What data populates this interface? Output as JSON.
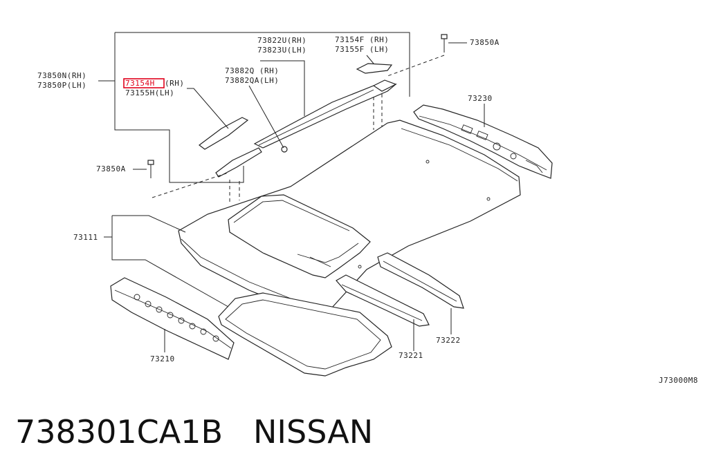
{
  "labels": {
    "l73822": "73822U(RH)",
    "l73823": "73823U(LH)",
    "l73154f": "73154F (RH)",
    "l73155f": "73155F (LH)",
    "l73850a_top": "73850A",
    "l73850n": "73850N(RH)",
    "l73850p": "73850P(LH)",
    "l73154h": "73154H",
    "l73154h_side": "(RH)",
    "l73155h": "73155H(LH)",
    "l73882q": "73882Q (RH)",
    "l73882qa": "73882QA(LH)",
    "l73230": "73230",
    "l73850a_left": "73850A",
    "l73111": "73111",
    "l73210": "73210",
    "l73221": "73221",
    "l73222": "73222",
    "diagram_code": "J73000M8"
  },
  "highlight": {
    "part": "73154H",
    "color": "#e0001a"
  },
  "footer": {
    "part_number": "738301CA1B",
    "brand": "NISSAN"
  }
}
